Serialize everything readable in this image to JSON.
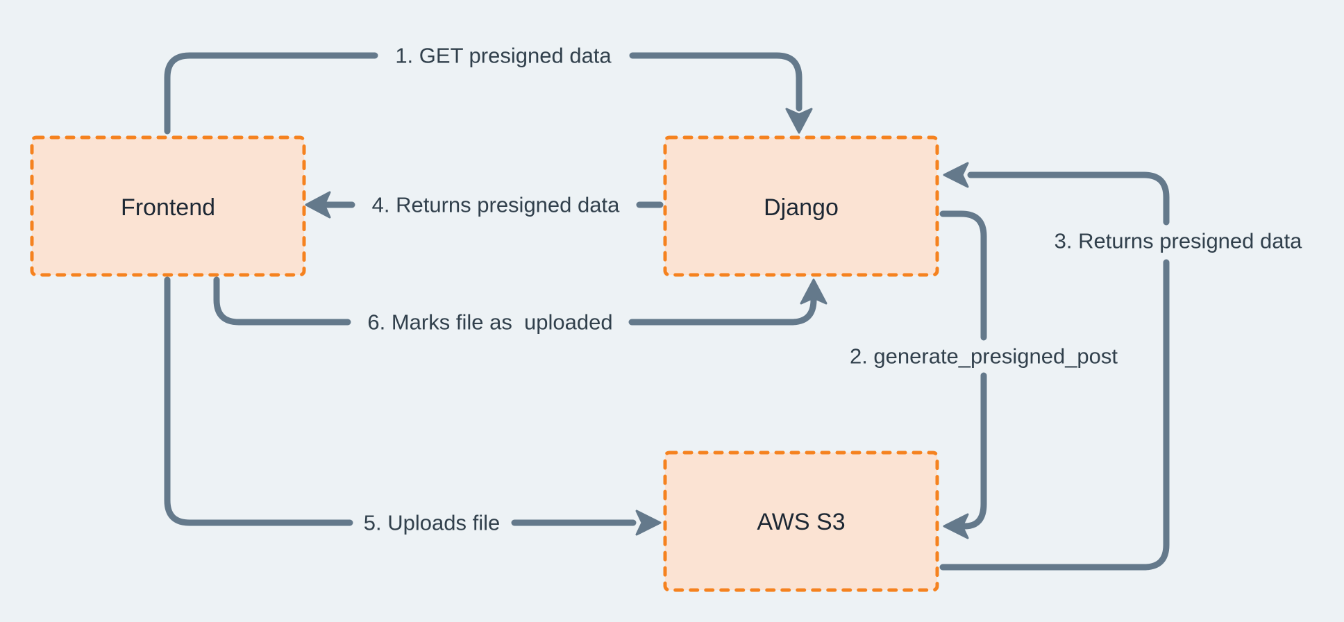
{
  "nodes": [
    {
      "id": "frontend",
      "label": "Frontend"
    },
    {
      "id": "django",
      "label": "Django"
    },
    {
      "id": "aws-s3",
      "label": "AWS S3"
    }
  ],
  "edges": [
    {
      "id": "1",
      "label": "1. GET presigned data",
      "from": "frontend",
      "to": "django"
    },
    {
      "id": "2",
      "label": "2. generate_presigned_post",
      "from": "django",
      "to": "aws-s3"
    },
    {
      "id": "3",
      "label": "3. Returns presigned data",
      "from": "aws-s3",
      "to": "django"
    },
    {
      "id": "4",
      "label": "4. Returns presigned data",
      "from": "django",
      "to": "frontend"
    },
    {
      "id": "5",
      "label": "5. Uploads file",
      "from": "frontend",
      "to": "aws-s3"
    },
    {
      "id": "6",
      "label": "6. Marks file as  uploaded",
      "from": "frontend",
      "to": "django"
    }
  ],
  "colors": {
    "background": "#edf2f5",
    "node_fill": "#fbe3d3",
    "node_border": "#f5821f",
    "edge": "#64798b",
    "edge_label_text": "#31404c",
    "node_label_text": "#1c2733"
  }
}
